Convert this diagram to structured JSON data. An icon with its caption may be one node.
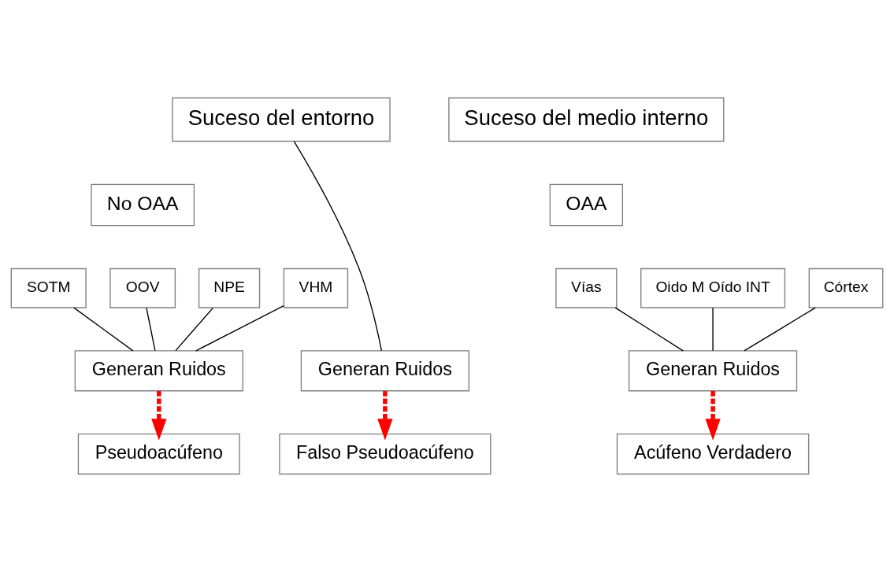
{
  "diagram": {
    "nodes": [
      {
        "text": [
          "Suceso del entorno"
        ]
      },
      {
        "text": [
          "Suceso del medio interno"
        ]
      },
      {
        "text": [
          "No OAA"
        ]
      },
      {
        "text": [
          "OAA"
        ]
      },
      {
        "text": [
          "NPE"
        ]
      },
      {
        "text": [
          "SOTM"
        ]
      },
      {
        "text": [
          "OOV"
        ]
      },
      {
        "text": [
          "VHM"
        ]
      },
      {
        "text": [
          "Oido M Oído INT"
        ]
      },
      {
        "text": [
          "Vías"
        ]
      },
      {
        "text": [
          "Córtex"
        ]
      },
      {
        "text": [
          "Generan Ruidos"
        ]
      },
      {
        "text": [
          "Generan Ruidos"
        ]
      },
      {
        "text": [
          "Generan Ruidos"
        ]
      },
      {
        "text": [
          "Falso Pseudoacúfeno"
        ]
      },
      {
        "text": [
          "Pseudoacúfeno"
        ]
      },
      {
        "text": [
          "Acúfeno Verdadero"
        ]
      }
    ],
    "edges": [
      {
        "from": 0,
        "to": 11,
        "arrow": "none"
      },
      {
        "from": 4,
        "to": 12,
        "arrow": "none"
      },
      {
        "from": 5,
        "to": 12,
        "arrow": "none"
      },
      {
        "from": 6,
        "to": 12,
        "arrow": "none"
      },
      {
        "from": 7,
        "to": 12,
        "arrow": "none"
      },
      {
        "from": 8,
        "to": 13,
        "arrow": "none"
      },
      {
        "from": 9,
        "to": 13,
        "arrow": "none"
      },
      {
        "from": 10,
        "to": 13,
        "arrow": "none"
      },
      {
        "from": 11,
        "to": 14,
        "arrow": "to",
        "style": "dashed",
        "color": "#ff0000"
      },
      {
        "from": 12,
        "to": 15,
        "arrow": "to",
        "style": "dashed",
        "color": "#ff0000"
      },
      {
        "from": 13,
        "to": 16,
        "arrow": "to",
        "style": "dashed",
        "color": "#ff0000"
      }
    ]
  }
}
